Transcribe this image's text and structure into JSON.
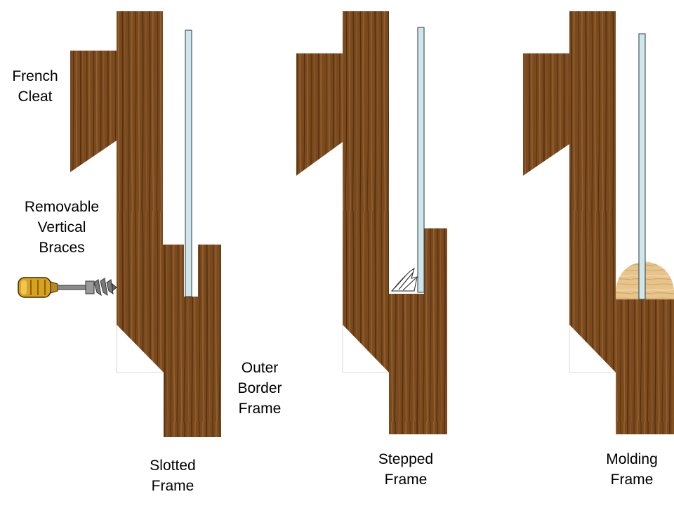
{
  "labels": {
    "french_cleat": [
      "French",
      "Cleat"
    ],
    "removable_braces": [
      "Removable",
      "Vertical",
      "Braces"
    ],
    "outer_border": [
      "Outer",
      "Border",
      "Frame"
    ],
    "slotted": [
      "Slotted",
      "Frame"
    ],
    "stepped": [
      "Stepped",
      "Frame"
    ],
    "molding": [
      "Molding",
      "Frame"
    ]
  },
  "colors": {
    "wood_base": "#7a4a1e",
    "wood_dark": "#4a2a0c",
    "wood_light": "#a06a34",
    "glass": "#cfe6ea",
    "glass_edge": "#2a3a40",
    "molding": "#e6c48c",
    "screwdriver_handle": "#d9a21c"
  },
  "icons": [
    "screwdriver-icon",
    "screw-icon",
    "glazing-point-icon"
  ]
}
